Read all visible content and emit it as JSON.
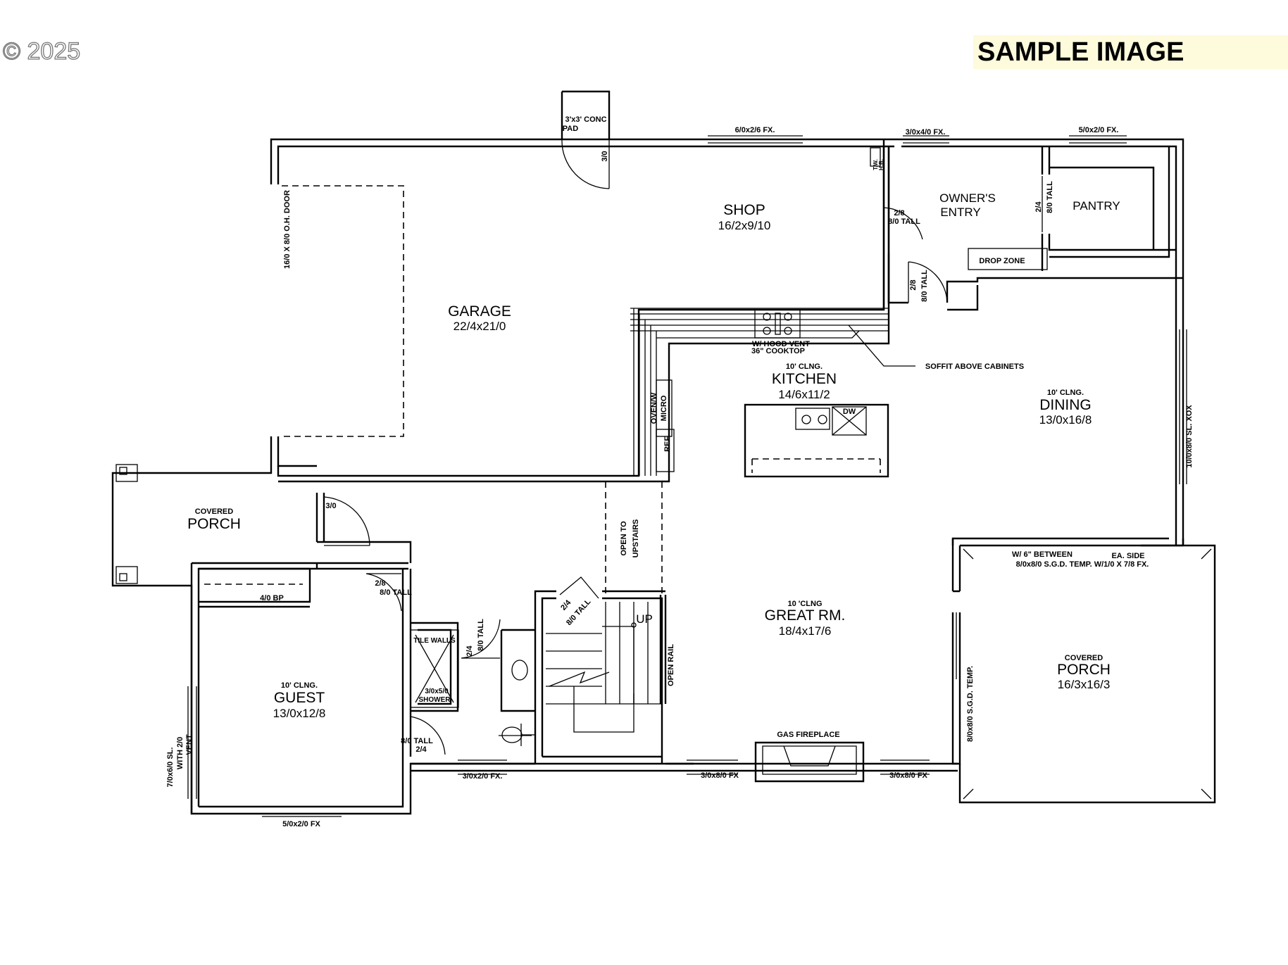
{
  "copyright": "© 2025",
  "watermark": "SAMPLE IMAGE",
  "rooms": {
    "garage": {
      "name": "GARAGE",
      "dims": "22/4x21/0"
    },
    "shop": {
      "name": "SHOP",
      "dims": "16/2x9/10"
    },
    "owners_entry": {
      "line1": "OWNER'S",
      "line2": "ENTRY"
    },
    "pantry": {
      "name": "PANTRY"
    },
    "drop_zone": "DROP ZONE",
    "kitchen": {
      "ceiling": "10' CLNG.",
      "name": "KITCHEN",
      "dims": "14/6x11/2"
    },
    "dining": {
      "ceiling": "10' CLNG.",
      "name": "DINING",
      "dims": "13/0x16/8"
    },
    "great_room": {
      "ceiling": "10 'CLNG",
      "name": "GREAT RM.",
      "dims": "18/4x17/6"
    },
    "guest": {
      "ceiling": "10' CLNG.",
      "name": "GUEST",
      "dims": "13/0x12/8"
    },
    "porch_west": {
      "small": "COVERED",
      "name": "PORCH"
    },
    "porch_east": {
      "small": "COVERED",
      "name": "PORCH",
      "dims": "16/3x16/3"
    }
  },
  "notes": {
    "conc_pad_1": "3'x3' CONC",
    "conc_pad_2": "PAD",
    "shop_door": "3/0",
    "win_shop": "6/0x2/6 FX.",
    "win_entry": "3/0x4/0 FX.",
    "win_pantry": "5/0x2/0 FX.",
    "oh_door": "16/0 X 8/0 O.H. DOOR",
    "entry_door_a": "2/8",
    "entry_door_a2": "8/0 TALL",
    "pantry_door": "2/4",
    "pantry_door2": "8/0 TALL",
    "entry_door_b": "2/8",
    "entry_door_b2": "8/0 TALL",
    "hood_1": "W/ HOOD VENT",
    "hood_2": "36\" COOKTOP",
    "soffit": "SOFFIT ABOVE CABINETS",
    "oven": "OVEN/W",
    "micro": "MICRO",
    "ref": "REF.",
    "dw": "DW",
    "dining_window": "10/0x8/0 SL. XOX",
    "open_upstairs_1": "OPEN TO",
    "open_upstairs_2": "UPSTAIRS",
    "porch_door": "3/0",
    "up": "UP",
    "open_rail": "OPEN RAIL",
    "stair_door_1": "2/4",
    "stair_door_2": "8/0 TALL",
    "guest_door_1": "2/8",
    "guest_door_2": "8/0 TALL",
    "closet": "4/0 BP",
    "tile_walls": "TILE WALLS",
    "shower_1": "3/0x5/0",
    "shower_2": "SHOWER",
    "bath_door_1": "2/4",
    "bath_door_2": "8/0 TALL",
    "bath2_door_1": "8/0 TALL",
    "bath2_door_2": "2/4",
    "win_bath": "3/0x2/0 FX.",
    "guest_win_1": "7/0x6/0 SL.",
    "guest_win_2": "WITH 2/0",
    "guest_win_3": "VENT",
    "guest_win_bottom": "5/0x2/0 FX",
    "gas_fireplace": "GAS FIREPLACE",
    "win_great_1": "3/0x8/0 FX",
    "win_great_2": "3/0x8/0 FX",
    "sgd_1": "W/ 6\" BETWEEN",
    "sgd_2": "EA. SIDE",
    "sgd_3": "8/0x8/0 S.G.D. TEMP. W/1/0 X 7/8 FX.",
    "sgd_east": "8/0x8/0 S.G.D. TEMP.",
    "wh_1": "T.W.",
    "wh_2": "H.B."
  }
}
